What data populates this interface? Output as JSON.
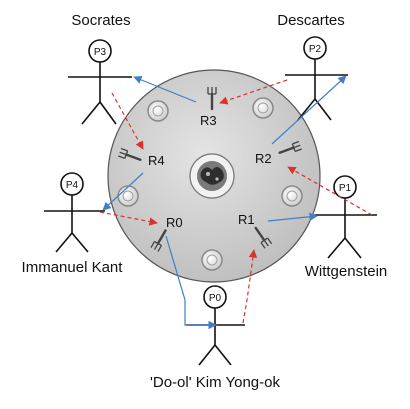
{
  "philosophers": [
    {
      "id": "P0",
      "name": "'Do-ol' Kim Yong-ok"
    },
    {
      "id": "P1",
      "name": "Wittgenstein"
    },
    {
      "id": "P2",
      "name": "Descartes"
    },
    {
      "id": "P3",
      "name": "Socrates"
    },
    {
      "id": "P4",
      "name": "Immanuel Kant"
    }
  ],
  "resources": [
    "R0",
    "R1",
    "R2",
    "R3",
    "R4"
  ],
  "colors": {
    "request_arrow": "#d9332b",
    "hold_arrow": "#3f7fc4",
    "table": "#c8c8c8"
  },
  "icons": [
    "fork-icon",
    "plate-icon",
    "center-dish-icon",
    "stick-figure-icon"
  ]
}
